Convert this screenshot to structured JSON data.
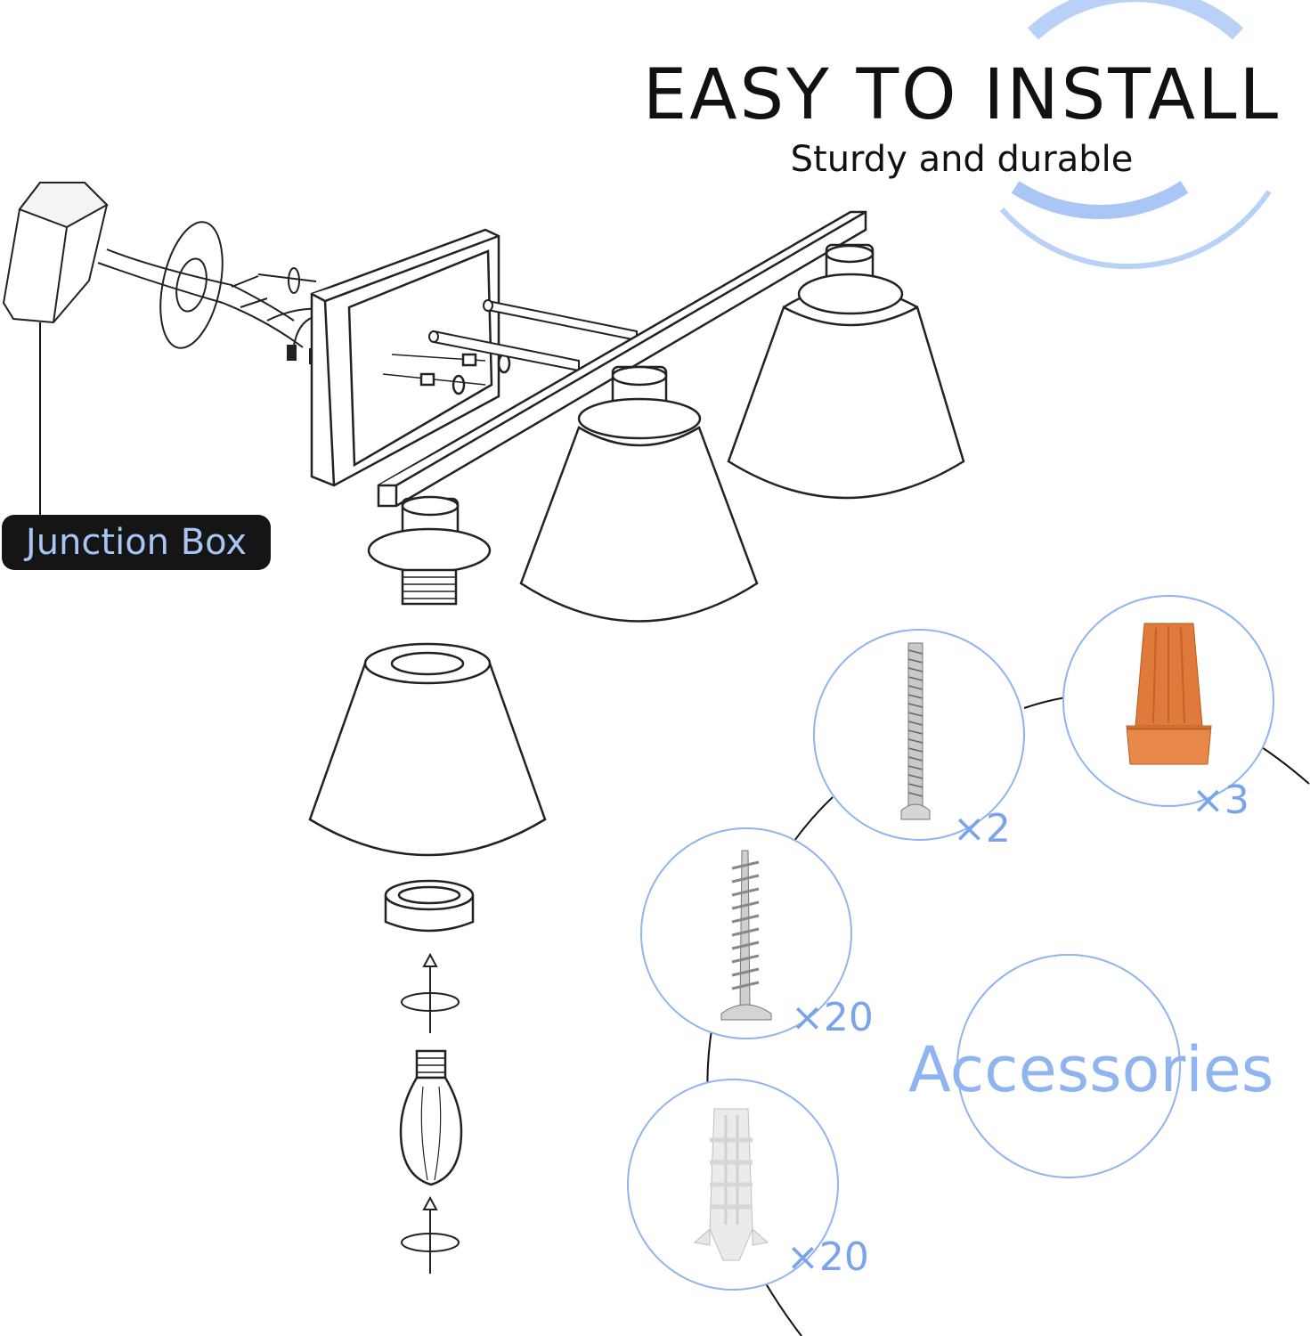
{
  "header": {
    "title": "EASY TO INSTALL",
    "subtitle": "Sturdy and durable"
  },
  "labels": {
    "junction_box": "Junction Box",
    "accessories": "Accessories"
  },
  "accessories": [
    {
      "item": "machine-screw",
      "quantity": "×2"
    },
    {
      "item": "wire-nut",
      "quantity": "×3"
    },
    {
      "item": "wood-screw",
      "quantity": "×20"
    },
    {
      "item": "wall-anchor",
      "quantity": "×20"
    }
  ],
  "colors": {
    "accent_blue": "#8fb4ef",
    "wire_nut_orange": "#e07a3a",
    "line_art": "#222222"
  }
}
